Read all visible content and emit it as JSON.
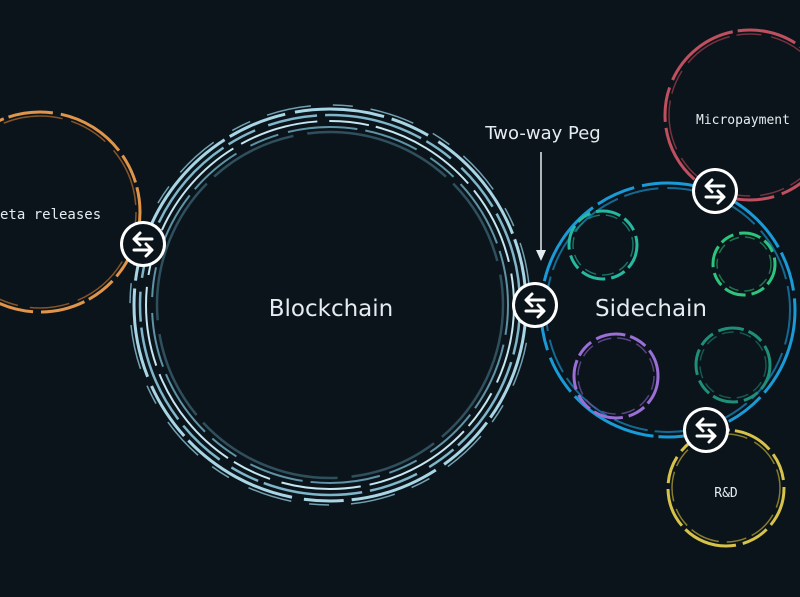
{
  "labels": {
    "beta": "eta releases",
    "blockchain": "Blockchain",
    "peg": "Two-way Peg",
    "sidechain": "Sidechain",
    "micropayments": "Micropayment",
    "rnd": "R&D"
  },
  "colors": {
    "background": "#0b141b",
    "blockchain_ring": "#a9d6e5",
    "beta_ring": "#e0954a",
    "micropayments_ring": "#c0505f",
    "sidechain_ring": "#1a9ad6",
    "rnd_ring": "#d7c34a",
    "inner_teal_1": "#27b8a0",
    "inner_green": "#2ec47d",
    "inner_purple": "#9b6fd6",
    "inner_teal_2": "#1f8f7a",
    "peg_icon_bg": "#ffffff",
    "peg_icon_fg": "#0b141b"
  },
  "icons": {
    "peg": "swap-arrows-icon"
  }
}
